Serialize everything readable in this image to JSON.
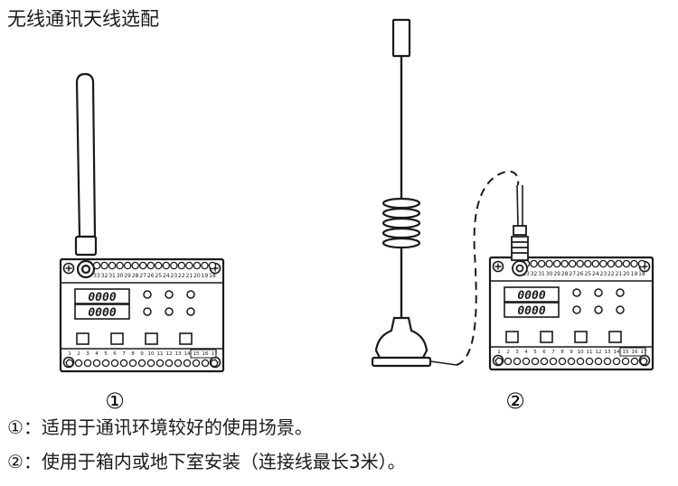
{
  "title": "无线通讯天线选配",
  "options": [
    {
      "marker": "①",
      "description": "：适用于通讯环境较好的使用场景。"
    },
    {
      "marker": "②",
      "description": "：使用于箱内或地下室安装（连接线最长3米）。"
    }
  ],
  "device": {
    "display_value": "0000",
    "top_terminal_labels": [
      "33",
      "32",
      "31",
      "30",
      "29",
      "28",
      "27",
      "26",
      "25",
      "24",
      "23",
      "22",
      "21",
      "20",
      "19",
      "18"
    ],
    "bottom_terminal_labels": [
      "1",
      "2",
      "3",
      "4",
      "5",
      "6",
      "7",
      "8",
      "9",
      "10",
      "11",
      "12",
      "13",
      "14",
      "15",
      "16",
      "17"
    ]
  },
  "colors": {
    "line": "#1a1a1a",
    "fill": "#ffffff",
    "display": "#1a1a1a"
  }
}
